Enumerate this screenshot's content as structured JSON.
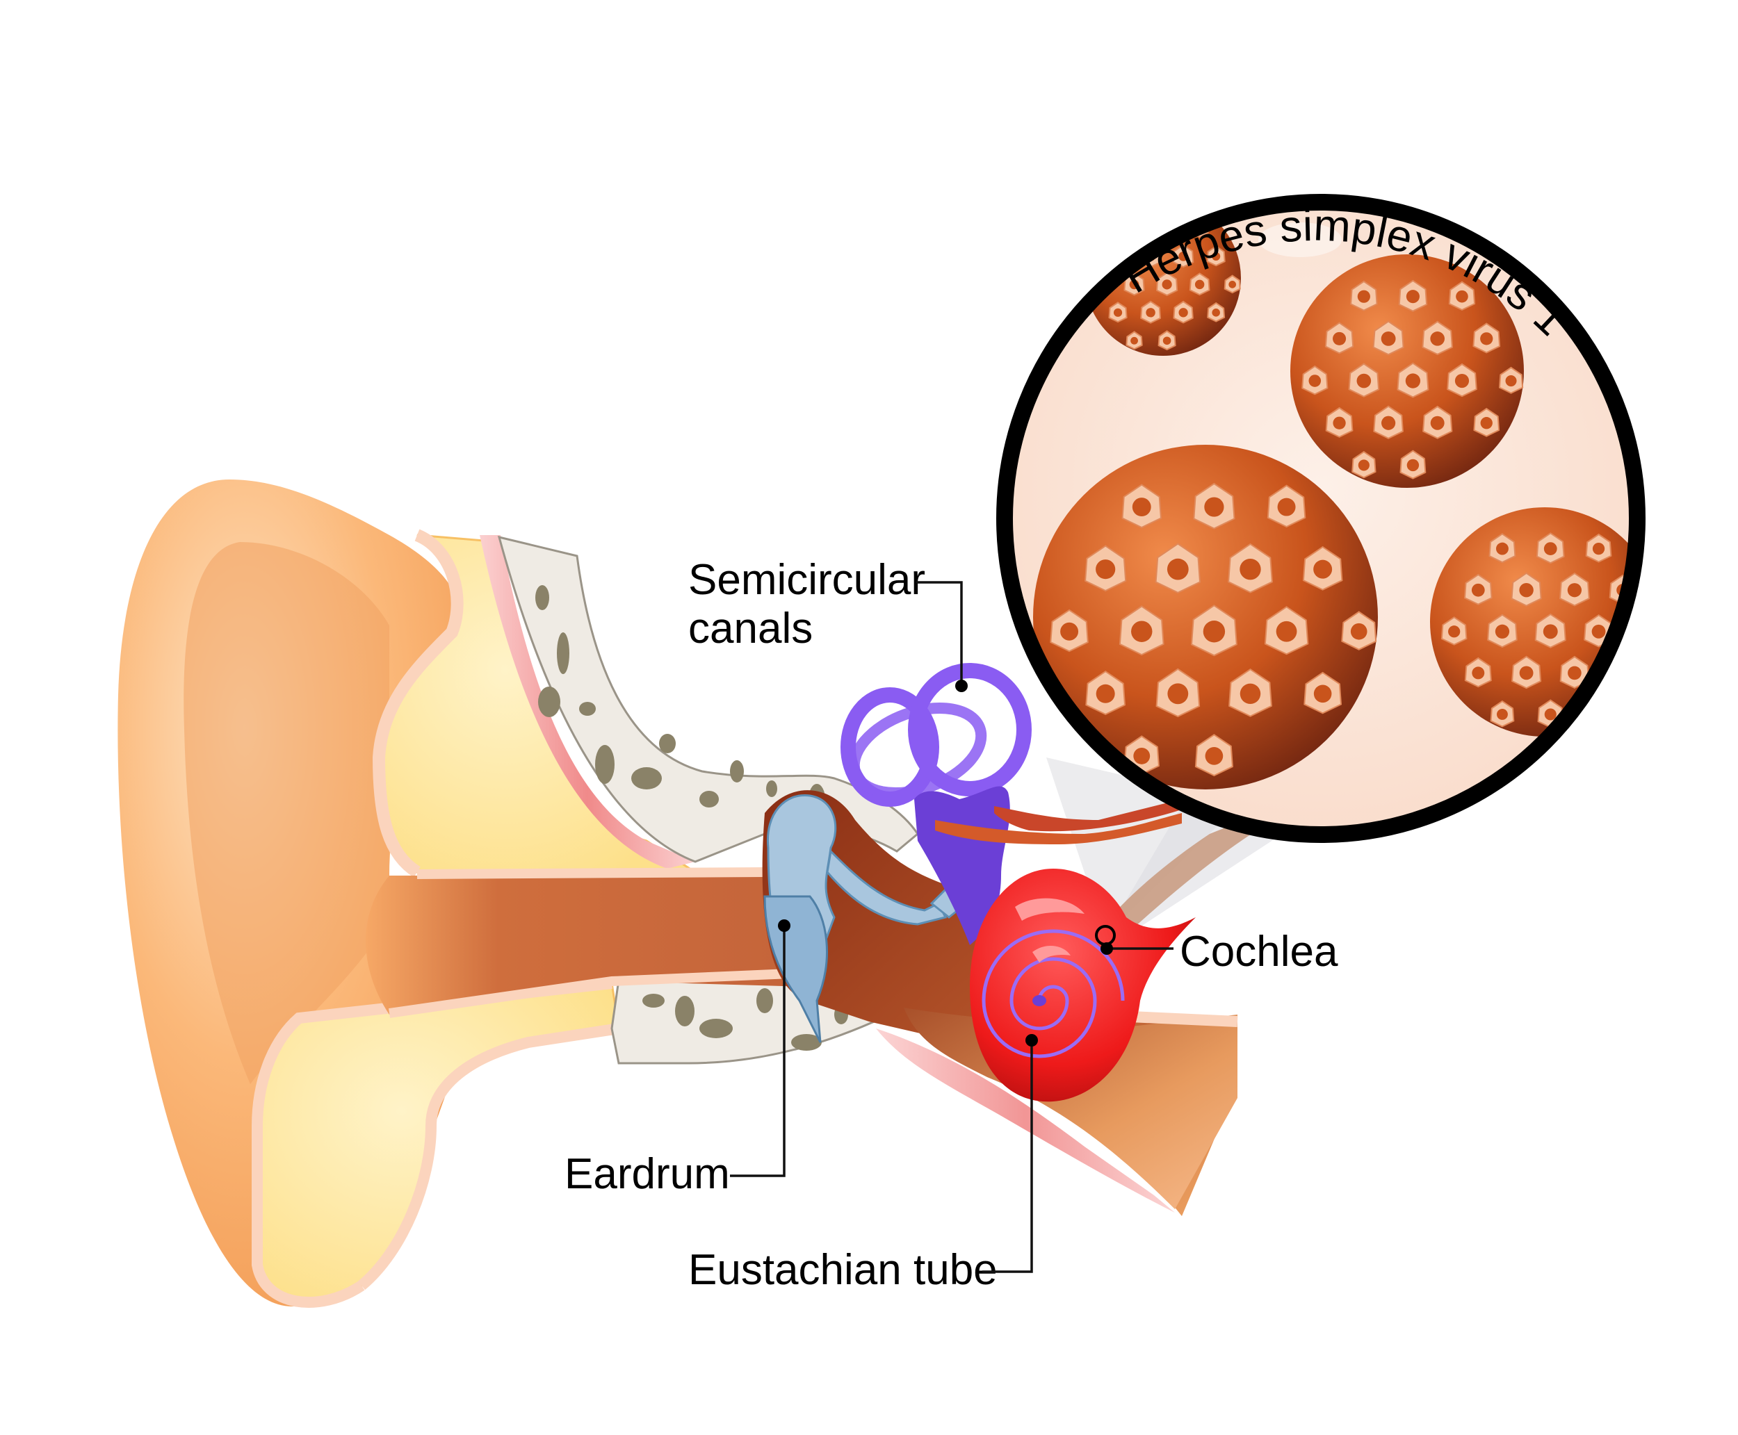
{
  "diagram": {
    "title": "Herpes simplex virus 1",
    "subject": "ear anatomy with magnified herpes simplex virus particles",
    "labels": {
      "semicircular_line1": "Semicircular",
      "semicircular_line2": "canals",
      "cochlea": "Cochlea",
      "eardrum": "Eardrum",
      "eustachian": "Eustachian tube"
    },
    "colors": {
      "background": "#ffffff",
      "skin_light": "#fcc48a",
      "skin_mid": "#f4a25e",
      "canal_dark": "#c96a3c",
      "fat": "#fde69a",
      "fat_edge": "#f5c75a",
      "cartilage_rim": "#fbd4bd",
      "bone": "#efebe4",
      "bone_pore": "#8a8268",
      "muscle": "#f28a8a",
      "ossicles": "#a9c6de",
      "labyrinth": "#8a5cf2",
      "cochlea": "#ee1a1a",
      "nerve": "#d45a2a",
      "magnifier_rim": "#000000",
      "magnifier_bg": "#fbe6da",
      "virus_body": "#c9541c",
      "virus_capsomer": "#f6c7a7"
    }
  }
}
